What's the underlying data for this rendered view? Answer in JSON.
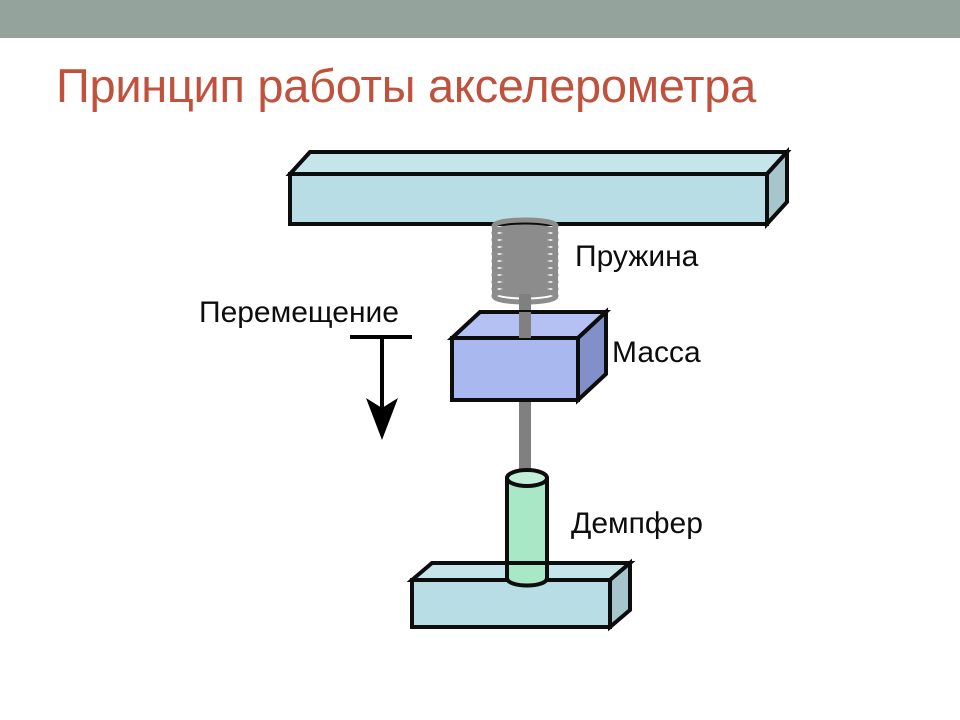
{
  "slide": {
    "title": "Принцип работы акселерометра",
    "title_color": "#c0513c",
    "top_band_color": "#94a49c",
    "background_color": "#ffffff"
  },
  "diagram": {
    "name": "accelerometer-principle-diagram",
    "type": "mechanical-schematic",
    "labels": {
      "spring": "Пружина",
      "mass": "Масса",
      "damper": "Демпфер",
      "displacement": "Перемещение"
    },
    "parts": [
      {
        "id": "top-beam",
        "label": "",
        "shape": "3d-box",
        "color": "#b9dde5",
        "top_color": "#c6e5eb",
        "side_color": "#a6c5cd"
      },
      {
        "id": "spring",
        "label": "Пружина",
        "shape": "coil",
        "color": "#8c8c8c",
        "turns": 11
      },
      {
        "id": "mass-block",
        "label": "Масса",
        "shape": "3d-box",
        "color": "#a9b8ef",
        "top_color": "#b4c1f2",
        "side_color": "#8290c9"
      },
      {
        "id": "damper",
        "label": "Демпфер",
        "shape": "cylinder",
        "color": "#a9e8c6",
        "top_color": "#c3efd8"
      },
      {
        "id": "base-plate",
        "label": "",
        "shape": "3d-box",
        "color": "#b9dde5",
        "top_color": "#c6e5eb",
        "side_color": "#a6c5cd"
      },
      {
        "id": "connecting-rod",
        "label": "",
        "shape": "rod",
        "color": "#808080"
      },
      {
        "id": "displacement-arrow",
        "label": "Перемещение",
        "shape": "down-arrow",
        "color": "#000000"
      }
    ]
  }
}
